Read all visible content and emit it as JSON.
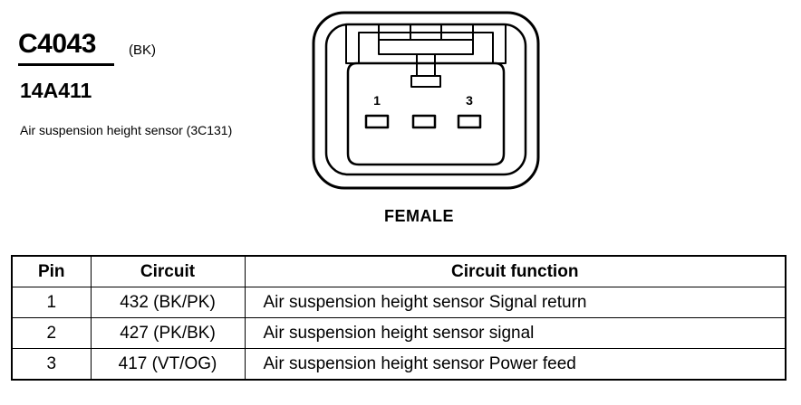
{
  "header": {
    "connector_id": "C4043",
    "connector_color": "(BK)",
    "harness_id": "14A411",
    "component": "Air suspension height sensor (3C131)"
  },
  "connector": {
    "pin_labels": [
      "1",
      "3"
    ],
    "face_label": "FEMALE"
  },
  "table": {
    "headers": [
      "Pin",
      "Circuit",
      "Circuit function"
    ],
    "rows": [
      {
        "pin": "1",
        "circuit": "432 (BK/PK)",
        "function": "Air suspension height sensor  Signal return"
      },
      {
        "pin": "2",
        "circuit": "427 (PK/BK)",
        "function": "Air suspension height sensor  signal"
      },
      {
        "pin": "3",
        "circuit": "417 (VT/OG)",
        "function": "Air suspension height sensor  Power feed"
      }
    ]
  }
}
